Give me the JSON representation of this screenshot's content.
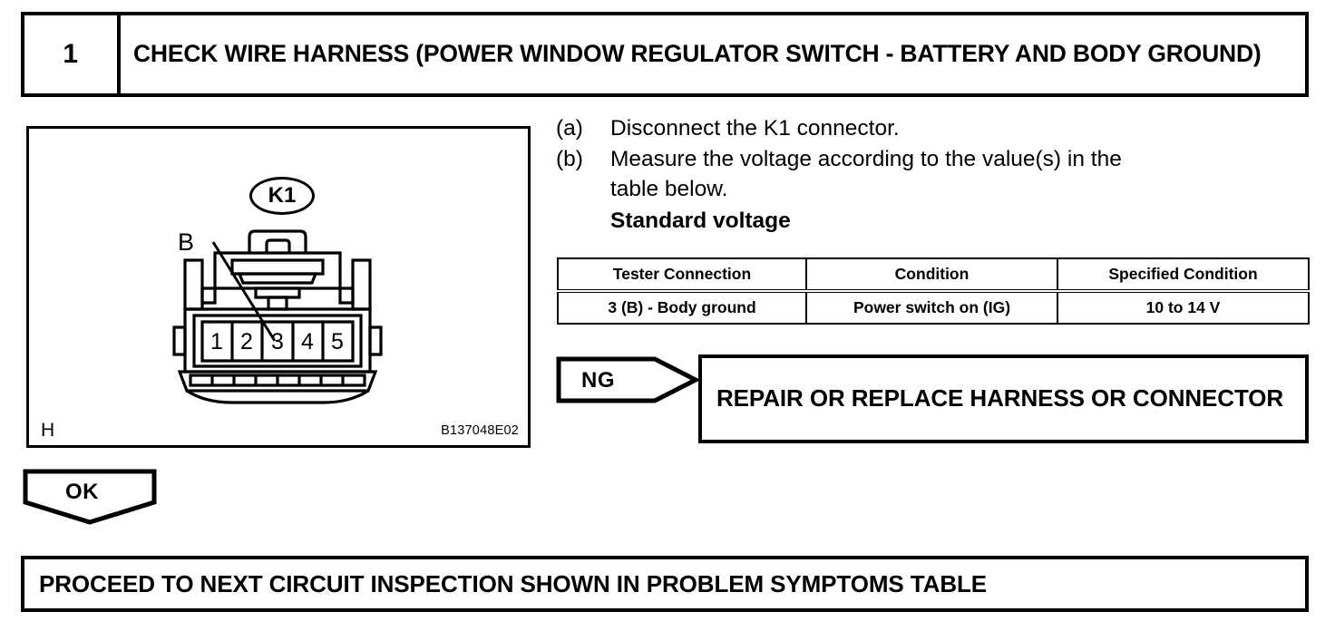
{
  "step": {
    "number": "1",
    "title": "CHECK WIRE HARNESS (POWER WINDOW REGULATOR SWITCH - BATTERY AND BODY GROUND)"
  },
  "figure": {
    "connector_label": "K1",
    "callout": "B",
    "view_letter": "H",
    "figure_code": "B137048E02",
    "pins": [
      "1",
      "2",
      "3",
      "4",
      "5"
    ]
  },
  "instructions": [
    {
      "marker": "(a)",
      "text": "Disconnect the K1 connector."
    },
    {
      "marker": "(b)",
      "text": "Measure the voltage according to the value(s) in the"
    }
  ],
  "instruction_continuation": "table below.",
  "instruction_heading": "Standard voltage",
  "spec_table": {
    "headers": [
      "Tester Connection",
      "Condition",
      "Specified Condition"
    ],
    "rows": [
      [
        "3 (B) - Body ground",
        "Power switch on (IG)",
        "10 to 14 V"
      ]
    ]
  },
  "branches": {
    "ng_label": "NG",
    "ng_result": "REPAIR OR REPLACE HARNESS OR CONNECTOR",
    "ok_label": "OK"
  },
  "final": {
    "text": "PROCEED TO NEXT CIRCUIT INSPECTION SHOWN IN PROBLEM SYMPTOMS TABLE"
  }
}
